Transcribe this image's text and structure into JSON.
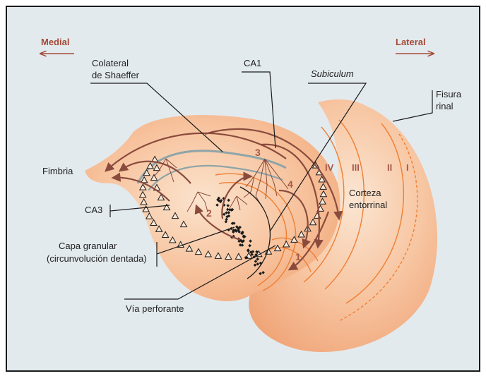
{
  "directions": {
    "medial": "Medial",
    "lateral": "Lateral"
  },
  "labels": {
    "colateral_line1": "Colateral",
    "colateral_line2": "de Shaeffer",
    "ca1": "CA1",
    "subiculum": "Subiculum",
    "fisura_line1": "Fisura",
    "fisura_line2": "rinal",
    "fimbria": "Fimbria",
    "ca3": "CA3",
    "corteza_line1": "Corteza",
    "corteza_line2": "entorrinal",
    "capa_line1": "Capa granular",
    "capa_line2": "(circunvolución dentada)",
    "via": "Vía perforante"
  },
  "layer_numerals": [
    "IV",
    "III",
    "II",
    "I"
  ],
  "step_numbers": [
    "1",
    "2",
    "3",
    "4"
  ],
  "colors": {
    "background": "#e3eaee",
    "tissue": "#f6b88f",
    "pathway": "#8a4b3d",
    "direction_text": "#a34a37",
    "layer_lines": "#ef7f33",
    "schaffer_band": "#8fa4a8"
  }
}
